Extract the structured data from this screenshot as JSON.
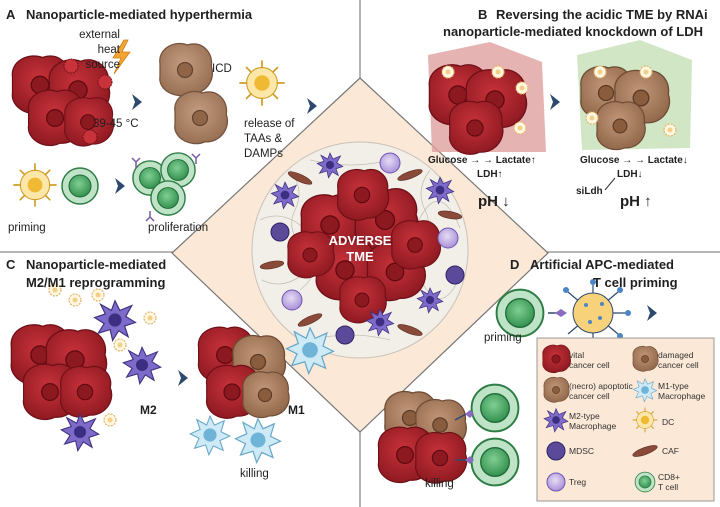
{
  "panels": {
    "a": {
      "letter": "A",
      "title": "Nanoparticle-mediated hyperthermia",
      "heat_source": [
        "external",
        "heat",
        "source"
      ],
      "temperature": "39-45 °C",
      "icd": "ICD",
      "release": [
        "release of",
        "TAAs &",
        "DAMPs"
      ],
      "priming": "priming",
      "proliferation": "proliferation"
    },
    "b": {
      "letter": "B",
      "title": [
        "Reversing the acidic TME by RNAi",
        "nanoparticle-mediated knockdown of LDH"
      ],
      "left_equation": "Glucose → → Lactate↑",
      "left_ldh": "LDH↑",
      "left_ph": "pH ↓",
      "right_equation": "Glucose → → Lactate↓",
      "right_ldh": "LDH↓",
      "sildh": "siLdh",
      "right_ph": "pH ↑"
    },
    "c": {
      "letter": "C",
      "title": [
        "Nanoparticle-mediated",
        "M2/M1 reprogramming"
      ],
      "m2": "M2",
      "m1": "M1",
      "killing": "killing"
    },
    "d": {
      "letter": "D",
      "title": [
        "Artificial APC-mediated",
        "T cell priming"
      ],
      "priming": "priming",
      "killing": "killing"
    },
    "center": {
      "title": [
        "ADVERSE",
        "TME"
      ]
    }
  },
  "legend": [
    {
      "icon": "vital-cancer-cell",
      "label": [
        "vital",
        "cancer cell"
      ]
    },
    {
      "icon": "damaged-cancer-cell",
      "label": [
        "damaged",
        "cancer cell"
      ]
    },
    {
      "icon": "apoptotic-cancer-cell",
      "label": [
        "(necro) apoptotic",
        "cancer cell"
      ]
    },
    {
      "icon": "m1-macrophage",
      "label": [
        "M1-type",
        "Macrophage"
      ]
    },
    {
      "icon": "m2-macrophage",
      "label": [
        "M2-type",
        "Macrophage"
      ]
    },
    {
      "icon": "dendritic-cell",
      "label": [
        "DC"
      ]
    },
    {
      "icon": "mdsc",
      "label": [
        "MDSC"
      ]
    },
    {
      "icon": "caf",
      "label": [
        "CAF"
      ]
    },
    {
      "icon": "treg",
      "label": [
        "Treg"
      ]
    },
    {
      "icon": "cd8-t-cell",
      "label": [
        "CD8+",
        "T cell"
      ]
    }
  ],
  "colors": {
    "cancer": "#a8202b",
    "damaged": "#a57a5c",
    "tcell": "#2e9e52",
    "m2": "#6b5bb8",
    "m1": "#9fd3ec",
    "dc": "#f1c24a",
    "center_fill": "#fbe8d6",
    "legend_fill": "#fbe8d6",
    "acid_zone": "#d97b7b",
    "neutral_zone": "#b9dcae",
    "arrow": "#2d4a6e"
  }
}
